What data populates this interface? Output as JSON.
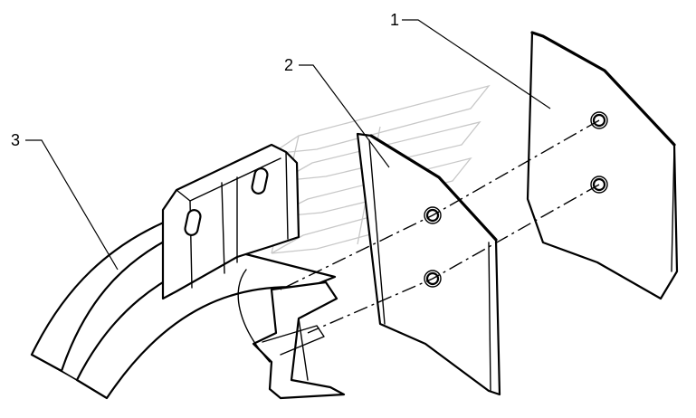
{
  "callouts": [
    {
      "id": "1",
      "label": "1"
    },
    {
      "id": "2",
      "label": "2"
    },
    {
      "id": "3",
      "label": "3"
    }
  ],
  "colors": {
    "line": "#000000",
    "background": "#ffffff",
    "watermark": "#c8c8c8"
  }
}
